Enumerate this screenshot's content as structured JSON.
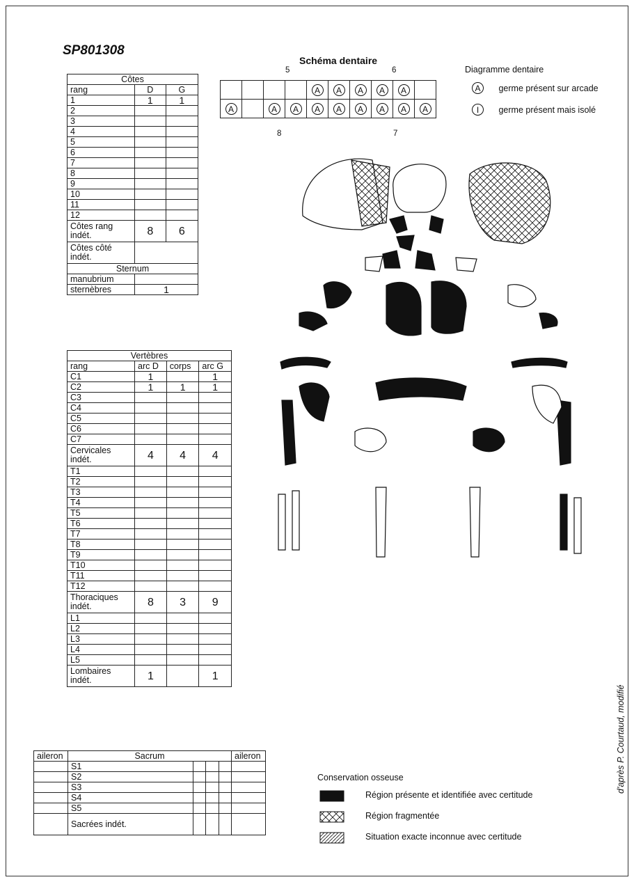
{
  "specimen_id": "SP801308",
  "dental": {
    "title": "Schéma dentaire",
    "quadrants": {
      "upper_right": "5",
      "upper_left": "6",
      "lower_right": "8",
      "lower_left": "7"
    },
    "upper_row": [
      "",
      "",
      "",
      "",
      "A",
      "A",
      "A",
      "A",
      "A",
      ""
    ],
    "lower_row": [
      "A",
      "",
      "A",
      "A",
      "A",
      "A",
      "A",
      "A",
      "A",
      "A"
    ],
    "legend_title": "Diagramme dentaire",
    "legend": [
      {
        "symbol": "A",
        "label": "germe présent sur arcade"
      },
      {
        "symbol": "I",
        "label": "germe présent mais isolé"
      }
    ]
  },
  "cotes": {
    "title": "Côtes",
    "headers": [
      "rang",
      "D",
      "G"
    ],
    "rows": [
      [
        "1",
        "1",
        "1"
      ],
      [
        "2",
        "",
        ""
      ],
      [
        "3",
        "",
        ""
      ],
      [
        "4",
        "",
        ""
      ],
      [
        "5",
        "",
        ""
      ],
      [
        "6",
        "",
        ""
      ],
      [
        "7",
        "",
        ""
      ],
      [
        "8",
        "",
        ""
      ],
      [
        "9",
        "",
        ""
      ],
      [
        "10",
        "",
        ""
      ],
      [
        "11",
        "",
        ""
      ],
      [
        "12",
        "",
        ""
      ]
    ],
    "indet_rang": {
      "label": "Côtes rang indét.",
      "D": "8",
      "G": "6"
    },
    "indet_cote": {
      "label": "Côtes côté indét.",
      "value": ""
    },
    "sternum_title": "Sternum",
    "manubrium": {
      "label": "manubrium",
      "value": ""
    },
    "sternebres": {
      "label": "sternèbres",
      "value": "1"
    }
  },
  "vertebres": {
    "title": "Vertèbres",
    "headers": [
      "rang",
      "arc D",
      "corps",
      "arc G"
    ],
    "cervical": [
      [
        "C1",
        "1",
        "",
        "1"
      ],
      [
        "C2",
        "1",
        "1",
        "1"
      ],
      [
        "C3",
        "",
        "",
        ""
      ],
      [
        "C4",
        "",
        "",
        ""
      ],
      [
        "C5",
        "",
        "",
        ""
      ],
      [
        "C6",
        "",
        "",
        ""
      ],
      [
        "C7",
        "",
        "",
        ""
      ]
    ],
    "cervical_indet": {
      "label": "Cervicales indét.",
      "arcD": "4",
      "corps": "4",
      "arcG": "4"
    },
    "thoracic": [
      [
        "T1",
        "",
        "",
        ""
      ],
      [
        "T2",
        "",
        "",
        ""
      ],
      [
        "T3",
        "",
        "",
        ""
      ],
      [
        "T4",
        "",
        "",
        ""
      ],
      [
        "T5",
        "",
        "",
        ""
      ],
      [
        "T6",
        "",
        "",
        ""
      ],
      [
        "T7",
        "",
        "",
        ""
      ],
      [
        "T8",
        "",
        "",
        ""
      ],
      [
        "T9",
        "",
        "",
        ""
      ],
      [
        "T10",
        "",
        "",
        ""
      ],
      [
        "T11",
        "",
        "",
        ""
      ],
      [
        "T12",
        "",
        "",
        ""
      ]
    ],
    "thoracic_indet": {
      "label": "Thoraciques indét.",
      "arcD": "8",
      "corps": "3",
      "arcG": "9"
    },
    "lumbar": [
      [
        "L1",
        "",
        "",
        ""
      ],
      [
        "L2",
        "",
        "",
        ""
      ],
      [
        "L3",
        "",
        "",
        ""
      ],
      [
        "L4",
        "",
        "",
        ""
      ],
      [
        "L5",
        "",
        "",
        ""
      ]
    ],
    "lumbar_indet": {
      "label": "Lombaires indét.",
      "arcD": "1",
      "corps": "",
      "arcG": "1"
    }
  },
  "sacrum": {
    "title": "Sacrum",
    "aileron_left": "aileron",
    "aileron_right": "aileron",
    "rows": [
      "S1",
      "S2",
      "S3",
      "S4",
      "S5"
    ],
    "indet": "Sacrées indét."
  },
  "conservation": {
    "title": "Conservation osseuse",
    "items": [
      {
        "pattern": "solid",
        "label": "Région présente et identifiée avec certitude"
      },
      {
        "pattern": "crosshatch",
        "label": "Région fragmentée"
      },
      {
        "pattern": "diagonal",
        "label": "Situation exacte inconnue avec certitude"
      }
    ]
  },
  "credit": "d'après P. Courtaud, modifié"
}
